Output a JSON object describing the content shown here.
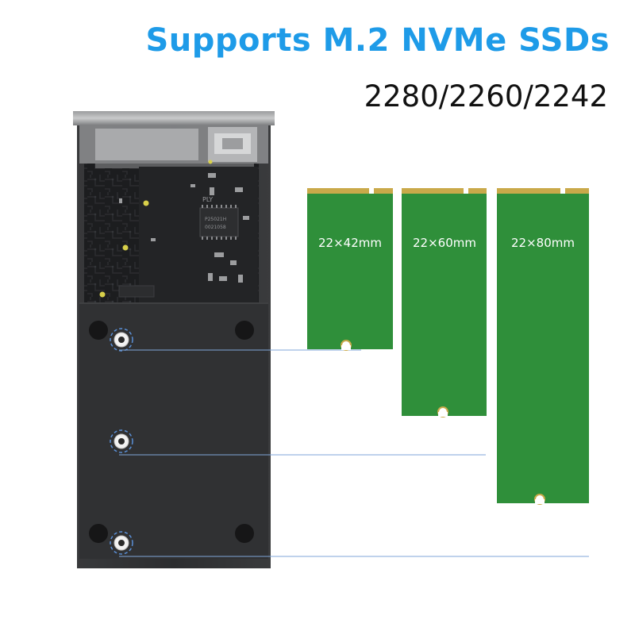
{
  "header": {
    "headline": "Supports M.2 NVMe SSDs",
    "sizes": "2280/2260/2242"
  },
  "board_marking": {
    "brand": "PLY",
    "chip_line1": "P25021H",
    "chip_line2": "0021058"
  },
  "ssds": [
    {
      "label": "22×42mm"
    },
    {
      "label": "22×60mm"
    },
    {
      "label": "22×80mm"
    }
  ],
  "colors": {
    "headline": "#1e9be8",
    "enclosure": "#2b2b2c",
    "ssd_green": "#2f8f3a",
    "ssd_edge": "#c9a94a",
    "guide_line": "#7fa6d8",
    "screw_ring": "#5a8fd6"
  }
}
